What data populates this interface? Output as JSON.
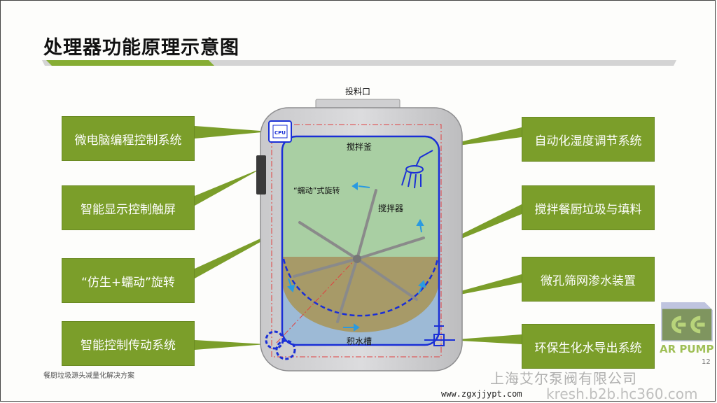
{
  "title": "处理器功能原理示意图",
  "diagram": {
    "feed_port": "投料口",
    "tank": "搅拌釜",
    "peristaltic_rotation": "“蠕动”式旋转",
    "agitator": "搅拌器",
    "water_tank": "积水槽",
    "cpu_label": "CPU"
  },
  "callouts_left": [
    "微电脑编程控制系统",
    "智能显示控制触屏",
    "“仿生+蠕动”旋转",
    "智能控制传动系统"
  ],
  "callouts_right": [
    "自动化湿度调节系统",
    "搅拌餐厨垃圾与填料",
    "微孔筛网渗水装置",
    "环保生化水导出系统"
  ],
  "footer": "餐厨垃圾源头减量化解决方案",
  "page_number": "12",
  "watermark": {
    "logo_text": "AR PUMP",
    "company": "上海艾尔泵阀有限公司",
    "site1": "www.zgxjjypt.com",
    "site2": "kresh.b2b.hc360.com"
  },
  "colors": {
    "accent": "#7b9e2a",
    "tank_blue": "#1a2fd6",
    "green_zone": "#a9cfa3",
    "brown_zone": "#a79a68",
    "water_zone": "#9dbad6"
  }
}
